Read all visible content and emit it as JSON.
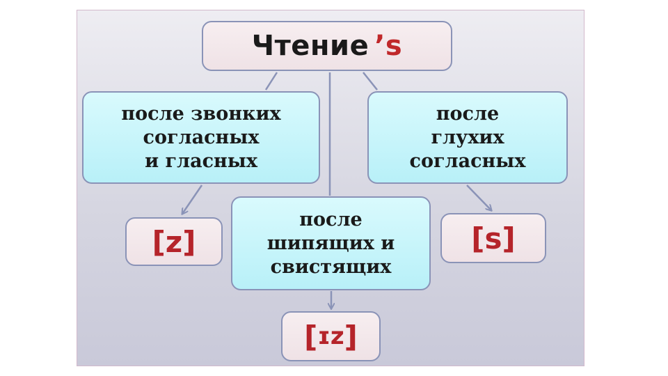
{
  "title": {
    "text": "Чтение",
    "accent": "’s"
  },
  "categories": {
    "voiced": [
      "после звонких",
      "согласных",
      "и гласных"
    ],
    "voiceless": [
      "после",
      "глухих",
      "согласных"
    ],
    "sibilant": [
      "после",
      "шипящих и",
      "свистящих"
    ]
  },
  "sounds": {
    "z": {
      "open": "[",
      "mid": "z",
      "close": "]"
    },
    "s": {
      "open": "[",
      "mid": "s",
      "close": "]"
    },
    "iz": {
      "open": "[",
      "mid": "ɪz",
      "close": "]"
    }
  },
  "colors": {
    "title_box": "#f3e7ea",
    "category_box": "#c6f4fa",
    "border": "#8a93b7",
    "accent": "#c0282a"
  }
}
